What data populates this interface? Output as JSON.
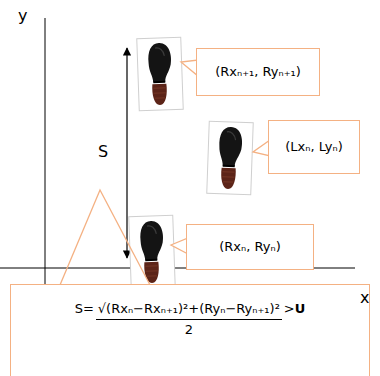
{
  "diagram": {
    "nodes": [
      {
        "text": [
          "(Rxₙ₊₁, Ryₙ₊₁)"
        ]
      },
      {
        "text": [
          "(Lxₙ, Lyₙ)"
        ]
      },
      {
        "text": [
          "(Rxₙ, Ryₙ)"
        ]
      },
      {
        "text": [
          "S=",
          "√(Rxₙ−Rxₙ₊₁)²+(Ryₙ−Ryₙ₊₁)²",
          "2",
          ">",
          "U"
        ]
      }
    ],
    "labels": [
      "y",
      "x",
      "S"
    ]
  }
}
